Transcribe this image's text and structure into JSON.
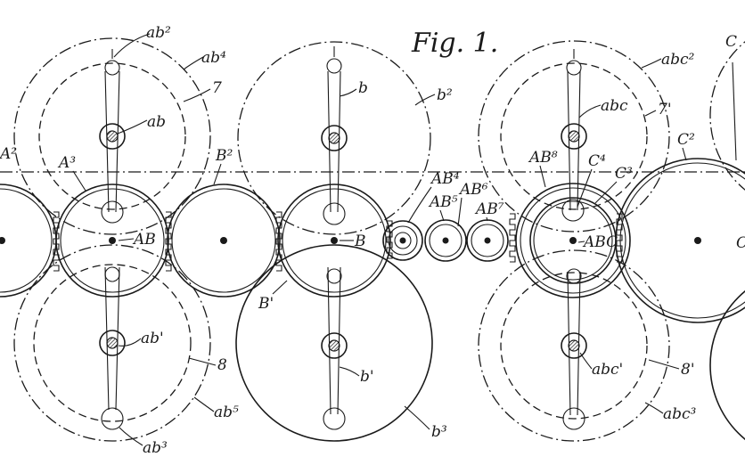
{
  "figure": {
    "title": "Fig. 1.",
    "labels": {
      "ab2": "ab²",
      "ab4": "ab⁴",
      "ab": "ab",
      "seven": "7",
      "ab_prime": "ab'",
      "eight": "8",
      "ab5": "ab⁵",
      "ab3": "ab³",
      "A3": "A³",
      "A2": "A²",
      "AB": "AB",
      "B2": "B²",
      "b": "b",
      "b2": "b²",
      "B": "B",
      "B_prime": "B'",
      "b_prime": "b'",
      "b3": "b³",
      "AB4": "AB⁴",
      "AB5": "AB⁵",
      "AB6": "AB⁶",
      "AB7": "AB⁷",
      "AB8": "AB⁸",
      "C4": "C⁴",
      "C3": "C³",
      "ABC": "ABC",
      "abc": "abc",
      "abc2": "abc²",
      "seven_prime": "7'",
      "C2": "C²",
      "C_top": "C",
      "C_mid": "C",
      "abc_prime": "abc'",
      "eight_prime": "8'",
      "abc3": "abc³"
    }
  }
}
